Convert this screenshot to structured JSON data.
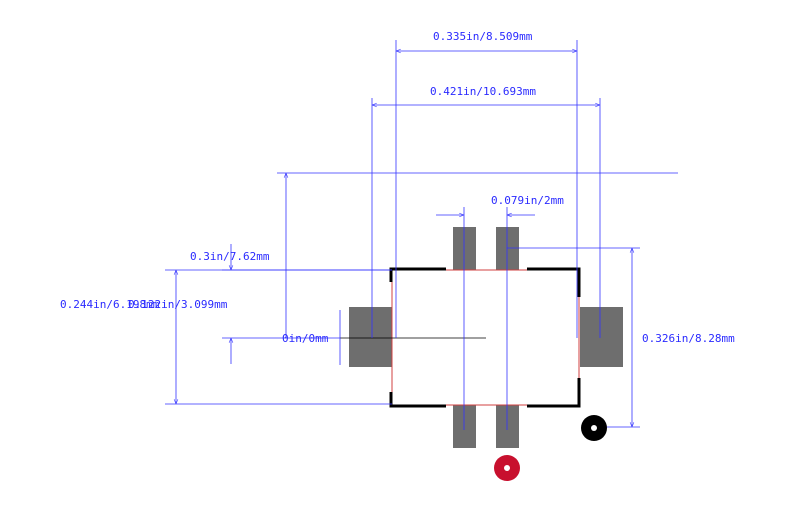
{
  "labels": {
    "overall_width": "0.335in/8.509mm",
    "span_width": "0.421in/10.693mm",
    "pitch": "0.079in/2mm",
    "top_offset": "0.3in/7.62mm",
    "body_height": "0.244in/6.198mm",
    "pad_offset": "0.122in/3.099mm",
    "center": "0in/0mm",
    "right_height": "0.326in/8.28mm"
  },
  "colors": {
    "dimension": "#3333ff",
    "pad": "#6e6e6e",
    "silkscreen": "#000000",
    "outline": "#d04040",
    "pin1_marker": "#c8102e",
    "origin_marker": "#000000"
  }
}
